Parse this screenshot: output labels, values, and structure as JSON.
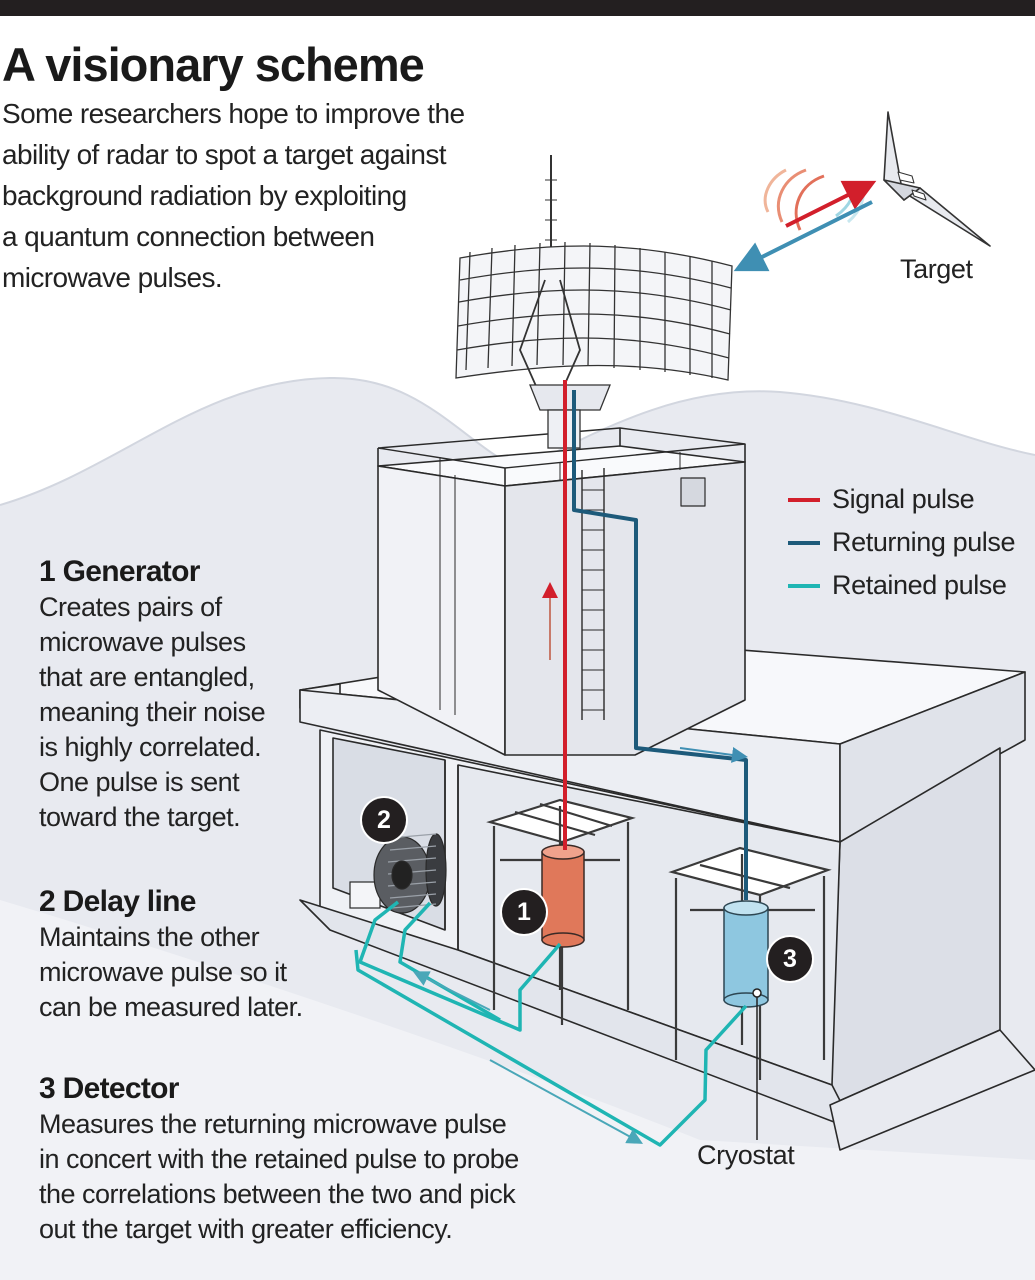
{
  "headline": "A visionary scheme",
  "intro_lines": [
    "Some researchers hope to improve the",
    "ability of radar to spot a target against",
    "background radiation by exploiting",
    "a quantum connection between",
    "microwave pulses."
  ],
  "target_label": "Target",
  "legend": [
    {
      "label": "Signal pulse",
      "color": "#d21f2b"
    },
    {
      "label": "Returning pulse",
      "color": "#1d5a7a"
    },
    {
      "label": "Retained pulse",
      "color": "#1fb5b3"
    }
  ],
  "steps": [
    {
      "number": "1",
      "title": "1 Generator",
      "lines": [
        "Creates pairs of",
        "microwave pulses",
        "that are entangled,",
        "meaning their noise",
        "is highly correlated.",
        "One pulse is sent",
        "toward the target."
      ]
    },
    {
      "number": "2",
      "title": "2 Delay line",
      "lines": [
        "Maintains the other",
        "microwave pulse so it",
        "can be measured later."
      ]
    },
    {
      "number": "3",
      "title": "3 Detector",
      "lines": [
        "Measures the returning microwave pulse",
        "in concert with the retained pulse to probe",
        "the correlations between the two and pick",
        "out the target with greater efficiency."
      ]
    }
  ],
  "cryostat_label": "Cryostat",
  "colors": {
    "generator": "#e0785a",
    "detector": "#8ec7e0",
    "building": "#f4f5f8",
    "terrain": "#e9ebf1",
    "header_bar": "#231f20"
  }
}
